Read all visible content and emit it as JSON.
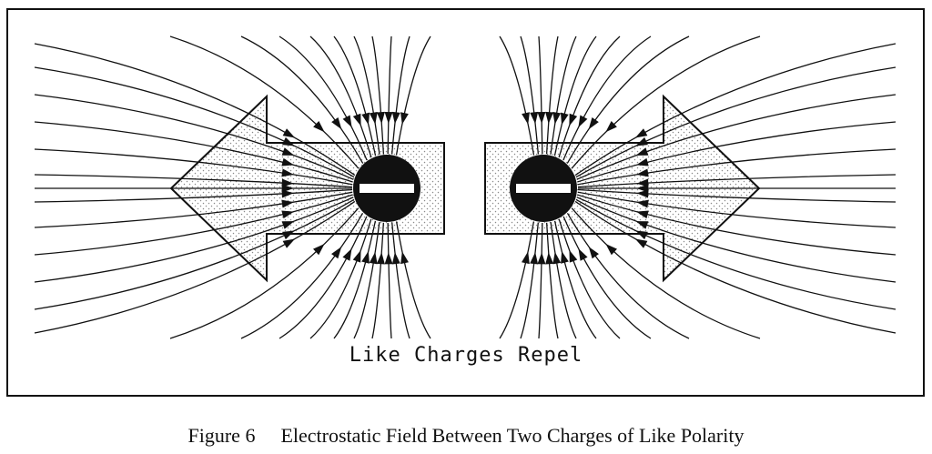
{
  "diagram": {
    "label": "Like Charges Repel",
    "charges": [
      {
        "id": "left",
        "polarity": "negative",
        "symbol": "minus-sign"
      },
      {
        "id": "right",
        "polarity": "negative",
        "symbol": "minus-sign"
      }
    ],
    "arrows": [
      {
        "id": "left-arrow",
        "points": "left",
        "fill": "stippled"
      },
      {
        "id": "right-arrow",
        "points": "right",
        "fill": "stippled"
      }
    ],
    "field_line_direction": "inward-toward-charges",
    "colors": {
      "ink": "#111111",
      "background": "#ffffff",
      "stipple": "#8a8a8a"
    }
  },
  "caption": {
    "number": "Figure 6",
    "title": "Electrostatic Field Between Two Charges of Like Polarity"
  }
}
